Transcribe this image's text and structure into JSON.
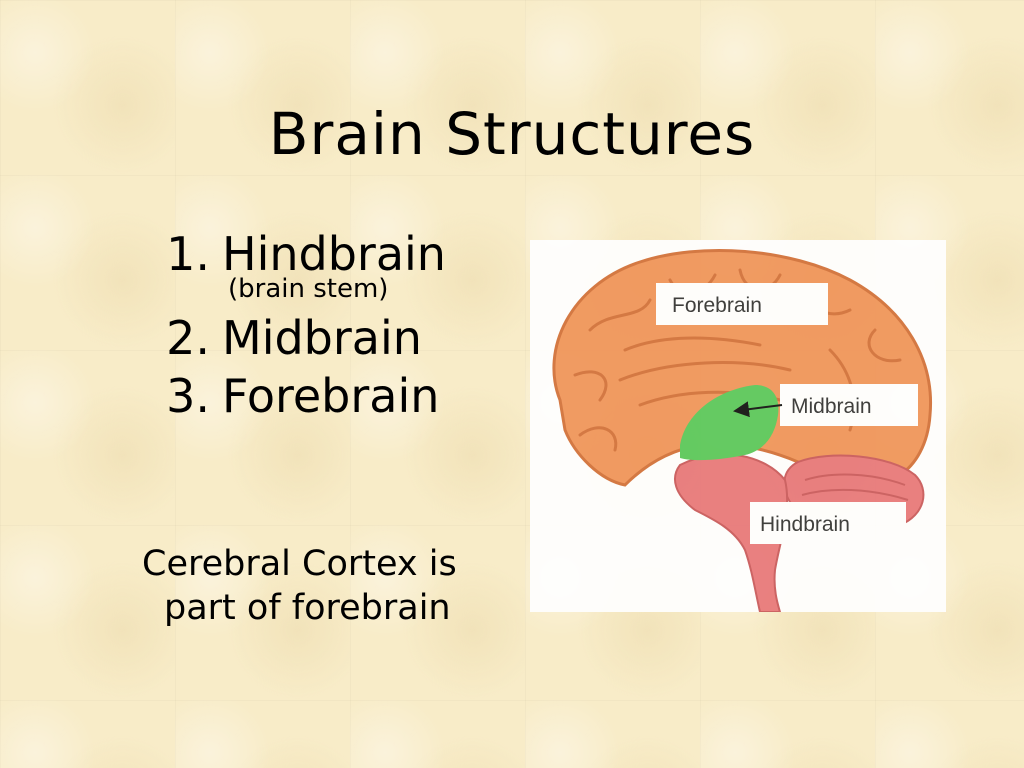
{
  "slide": {
    "title": "Brain Structures",
    "items": [
      {
        "number": "1.",
        "label": "Hindbrain",
        "note": "(brain stem)"
      },
      {
        "number": "2.",
        "label": "Midbrain"
      },
      {
        "number": "3.",
        "label": "Forebrain"
      }
    ],
    "note_lines": [
      "Cerebral Cortex is",
      "part of forebrain"
    ]
  },
  "figure": {
    "labels": {
      "forebrain": "Forebrain",
      "midbrain": "Midbrain",
      "hindbrain": "Hindbrain"
    },
    "colors": {
      "forebrain": "#f0955a",
      "forebrain_outline": "#d2713a",
      "midbrain": "#5ac85a",
      "hindbrain": "#e8787a",
      "hindbrain_outline": "#c95a5c",
      "label_background": "#ffffff"
    }
  }
}
